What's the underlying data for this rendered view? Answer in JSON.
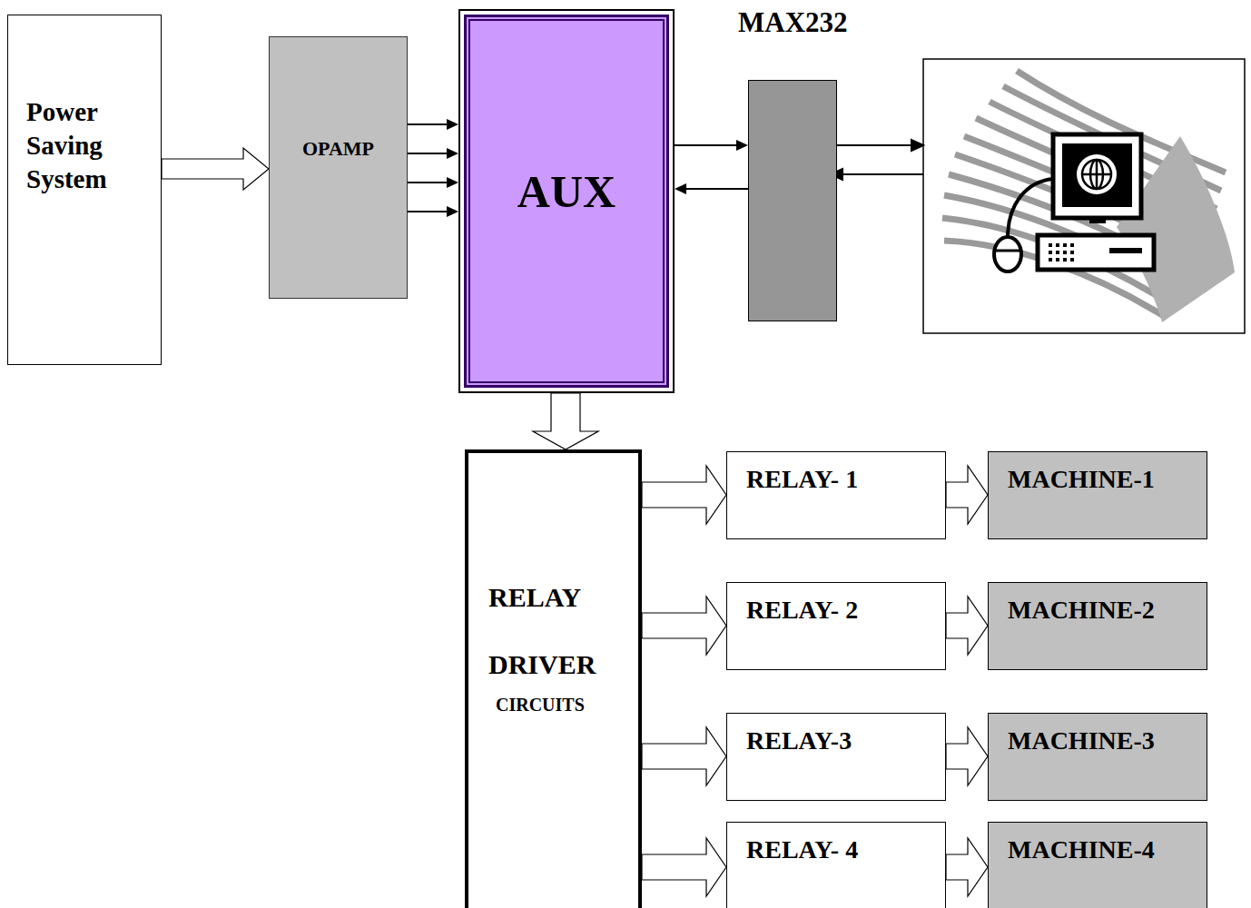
{
  "diagram": {
    "nodes": [
      {
        "text": [
          "Power Saving System"
        ]
      },
      {
        "text": [
          "OPAMP"
        ]
      },
      {
        "text": [
          "AUX"
        ]
      },
      {
        "text": [
          "MAX232"
        ]
      },
      {
        "text": [
          "RELAY DRIVER",
          "CIRCUITS"
        ]
      },
      {
        "text": [
          "RELAY- 1"
        ]
      },
      {
        "text": [
          "MACHINE-1"
        ]
      },
      {
        "text": [
          "RELAY- 2"
        ]
      },
      {
        "text": [
          "MACHINE-2"
        ]
      },
      {
        "text": [
          "RELAY-3"
        ]
      },
      {
        "text": [
          "MACHINE-3"
        ]
      },
      {
        "text": [
          "RELAY- 4"
        ]
      },
      {
        "text": [
          "MACHINE-4"
        ]
      }
    ],
    "edges": [
      {
        "from": 0,
        "to": 1,
        "arrow": "to"
      },
      {
        "from": 1,
        "to": 2,
        "arrow": "to"
      },
      {
        "from": 1,
        "to": 2,
        "arrow": "to"
      },
      {
        "from": 1,
        "to": 2,
        "arrow": "to"
      },
      {
        "from": 1,
        "to": 2,
        "arrow": "to"
      },
      {
        "from": 2,
        "to": 3,
        "arrow": "to"
      },
      {
        "from": 3,
        "to": 2,
        "arrow": "to"
      },
      {
        "from": 2,
        "to": 4,
        "arrow": "to"
      },
      {
        "from": 4,
        "to": 5,
        "arrow": "to"
      },
      {
        "from": 5,
        "to": 6,
        "arrow": "to"
      },
      {
        "from": 4,
        "to": 7,
        "arrow": "to"
      },
      {
        "from": 7,
        "to": 8,
        "arrow": "to"
      },
      {
        "from": 4,
        "to": 9,
        "arrow": "to"
      },
      {
        "from": 9,
        "to": 10,
        "arrow": "to"
      },
      {
        "from": 4,
        "to": 11,
        "arrow": "to"
      },
      {
        "from": 11,
        "to": 12,
        "arrow": "to"
      }
    ]
  }
}
